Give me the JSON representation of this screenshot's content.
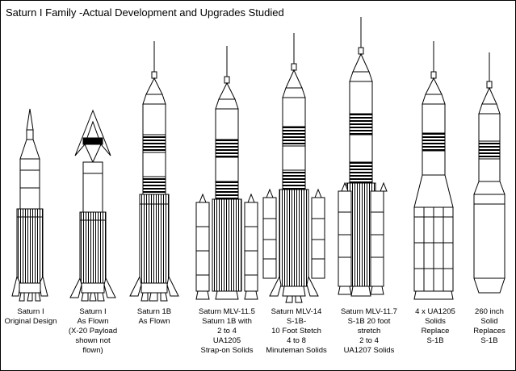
{
  "title": "Saturn I Family -Actual Development and Upgrades Studied",
  "vehicles": [
    {
      "id": "saturn-i-original",
      "caption": [
        "Saturn I",
        "Original Design"
      ]
    },
    {
      "id": "saturn-i-as-flown",
      "caption": [
        "Saturn I",
        "As Flown",
        "(X-20 Payload",
        "shown not",
        "flown)"
      ]
    },
    {
      "id": "saturn-1b-as-flown",
      "caption": [
        "Saturn 1B",
        "As Flown"
      ]
    },
    {
      "id": "saturn-mlv-11-5",
      "caption": [
        "Saturn MLV-11.5",
        "Saturn 1B with",
        "2 to 4",
        "UA1205",
        "Strap-on Solids"
      ]
    },
    {
      "id": "saturn-mlv-14",
      "caption": [
        "Saturn MLV-14",
        "S-1B-",
        "10 Foot Stetch",
        "4 to 8",
        "Minuteman Solids"
      ]
    },
    {
      "id": "saturn-mlv-11-7",
      "caption": [
        "Saturn MLV-11.7",
        "S-1B 20 foot",
        "stretch",
        "2 to 4",
        "UA1207 Solids"
      ]
    },
    {
      "id": "four-ua1205-solids",
      "caption": [
        "4 x UA1205",
        "Solids",
        "Replace",
        "S-1B"
      ]
    },
    {
      "id": "260-inch-solid",
      "caption": [
        "260 inch",
        "Solid",
        "Replaces",
        "S-1B"
      ]
    }
  ]
}
